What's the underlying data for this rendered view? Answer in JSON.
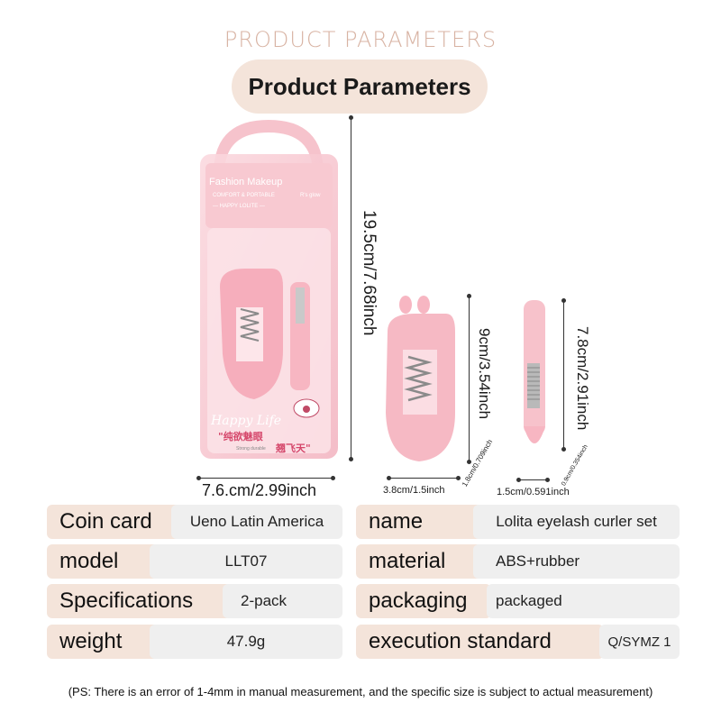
{
  "header": {
    "top_title": "PRODUCT PARAMETERS",
    "pill_title": "Product Parameters"
  },
  "package_text": {
    "brand": "Fashion Makeup",
    "tagline": "COMFORT & PORTABLE",
    "line2": "— HAPPY LOLITE —",
    "badge": "R's glow",
    "script": "Happy Life",
    "cn1": "\"纯欲魅眼",
    "cn2": "翘飞天\"",
    "small": "Strong durable"
  },
  "dimensions": {
    "package_height": "19.5cm/7.68inch",
    "package_width": "7.6.cm/2.99inch",
    "curler_height": "9cm/3.54inch",
    "curler_width": "3.8cm/1.5inch",
    "curler_depth": "1.8cm/0.709inch",
    "comb_height": "7.8cm/2.91inch",
    "comb_width": "1.5cm/0.591inch",
    "comb_depth": "0.9cm/0.354inch"
  },
  "params": [
    {
      "key": "Coin card",
      "value": "Ueno Latin America"
    },
    {
      "key": "name",
      "value": "Lolita eyelash curler set"
    },
    {
      "key": "model",
      "value": "LLT07"
    },
    {
      "key": "material",
      "value": "ABS+rubber"
    },
    {
      "key": "Specifications",
      "value": "2-pack"
    },
    {
      "key": "packaging",
      "value": "packaged"
    },
    {
      "key": "weight",
      "value": "47.9g"
    },
    {
      "key": "execution standard",
      "value": "Q/SYMZ 1"
    }
  ],
  "footnote": "(PS: There is an error of 1-4mm in manual measurement, and the specific size is subject to actual measurement)",
  "colors": {
    "accent_pink": "#f4e4da",
    "title_pink": "#d8b3a3",
    "product_pink": "#f6b9c4"
  }
}
